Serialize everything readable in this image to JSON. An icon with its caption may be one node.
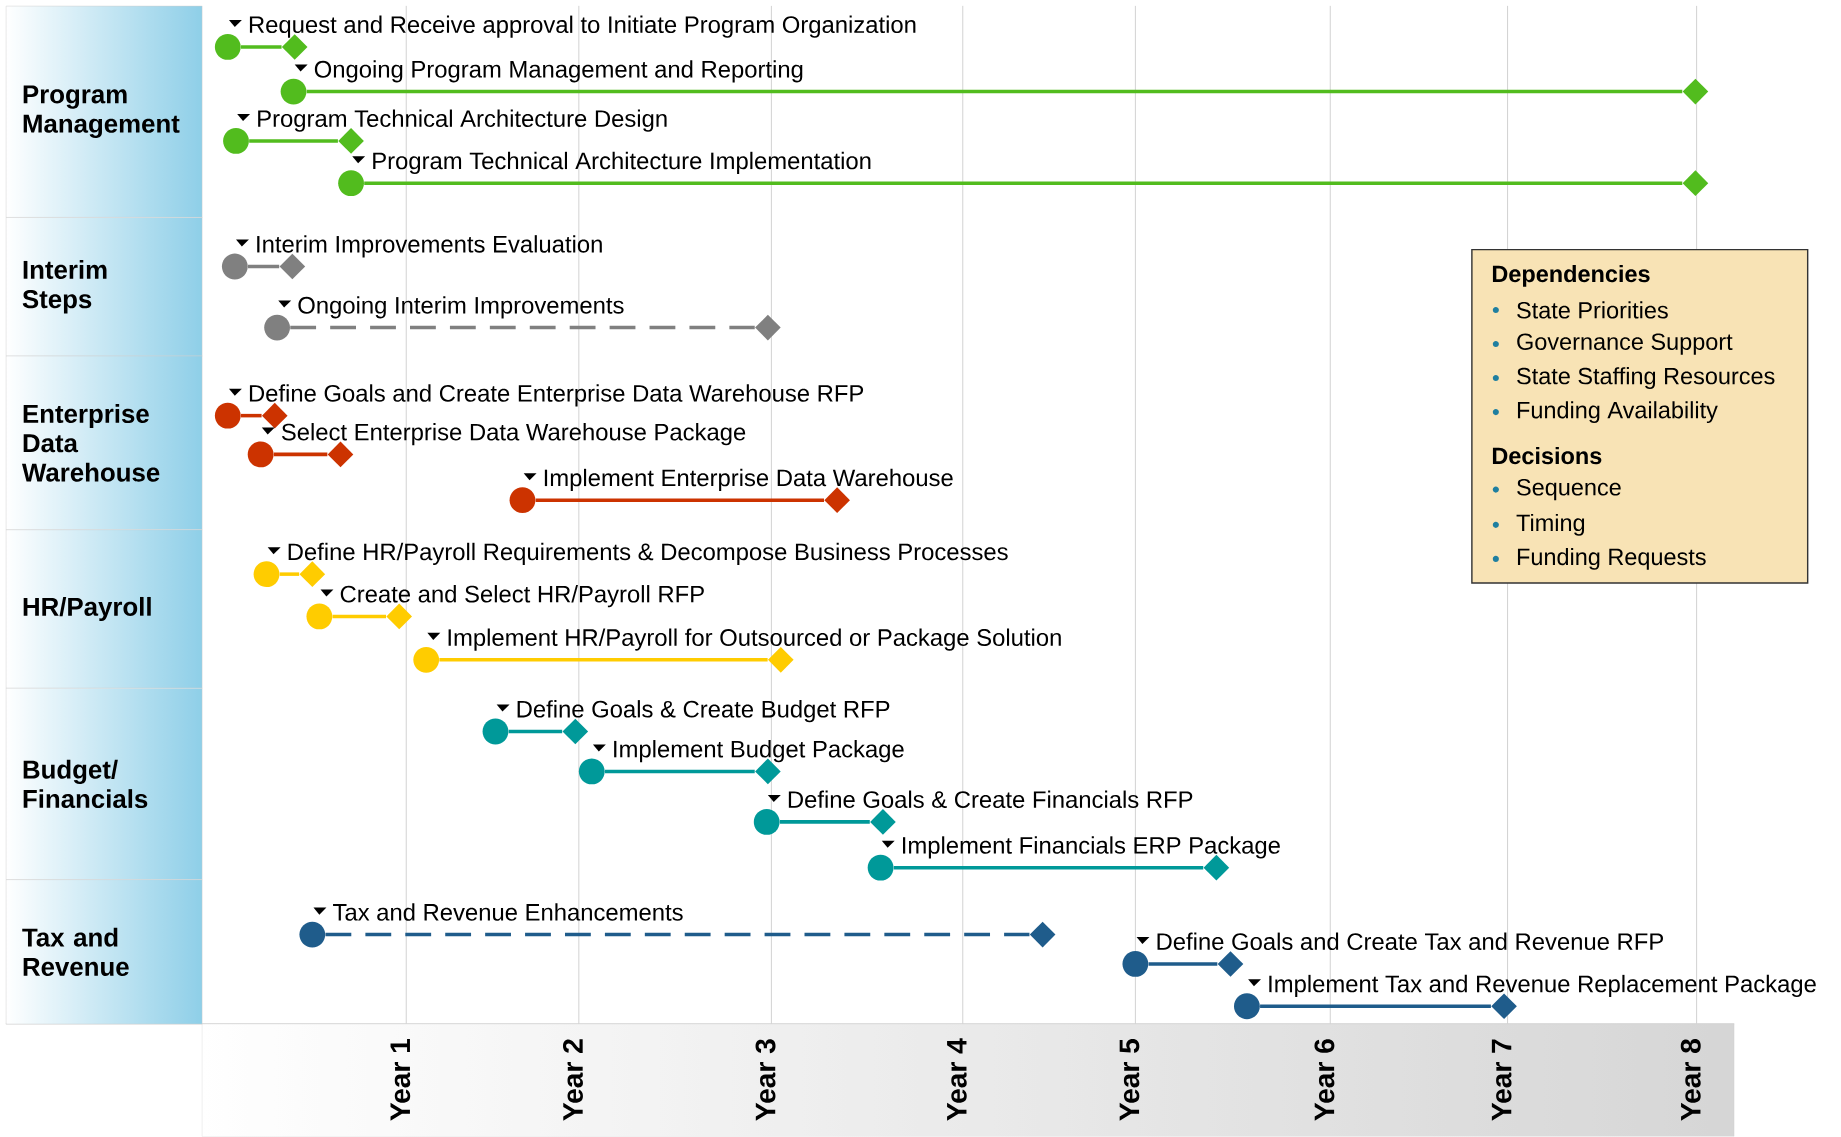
{
  "diagram": {
    "nodes": [
      {
        "text": [
          "Program Management"
        ]
      },
      {
        "text": [
          "Interim Steps"
        ]
      },
      {
        "text": [
          "Enterprise Data Warehouse"
        ]
      },
      {
        "text": [
          "HR/Payroll"
        ]
      },
      {
        "text": [
          "Budget/ Financials"
        ]
      },
      {
        "text": [
          "Tax and Revenue"
        ]
      },
      {
        "text": [],
        "shape": "circle"
      },
      {
        "text": [],
        "shape": "diamond"
      },
      {
        "text": [],
        "shape": "circle"
      },
      {
        "text": [],
        "shape": "diamond"
      },
      {
        "text": [],
        "shape": "circle"
      },
      {
        "text": [],
        "shape": "diamond"
      },
      {
        "text": [],
        "shape": "circle"
      },
      {
        "text": [],
        "shape": "diamond"
      },
      {
        "text": [],
        "shape": "circle"
      },
      {
        "text": [],
        "shape": "diamond"
      },
      {
        "text": [],
        "shape": "circle"
      },
      {
        "text": [],
        "shape": "diamond"
      },
      {
        "text": [],
        "shape": "circle"
      },
      {
        "text": [],
        "shape": "diamond"
      },
      {
        "text": [],
        "shape": "circle"
      },
      {
        "text": [],
        "shape": "diamond"
      },
      {
        "text": [],
        "shape": "circle"
      },
      {
        "text": [],
        "shape": "diamond"
      },
      {
        "text": [],
        "shape": "circle"
      },
      {
        "text": [],
        "shape": "diamond"
      },
      {
        "text": [],
        "shape": "circle"
      },
      {
        "text": [],
        "shape": "diamond"
      },
      {
        "text": [],
        "shape": "circle"
      },
      {
        "text": [],
        "shape": "diamond"
      },
      {
        "text": [],
        "shape": "circle"
      },
      {
        "text": [],
        "shape": "diamond"
      },
      {
        "text": [],
        "shape": "circle"
      },
      {
        "text": [],
        "shape": "diamond"
      },
      {
        "text": [],
        "shape": "circle"
      },
      {
        "text": [],
        "shape": "diamond"
      },
      {
        "text": [],
        "shape": "circle"
      },
      {
        "text": [],
        "shape": "diamond"
      },
      {
        "text": [],
        "shape": "circle"
      },
      {
        "text": [],
        "shape": "diamond"
      },
      {
        "text": [],
        "shape": "circle"
      },
      {
        "text": [],
        "shape": "diamond"
      },
      {
        "text": [],
        "shape": "circle"
      },
      {
        "text": [],
        "shape": "diamond"
      },
      {
        "text": [
          "Dependencies",
          "State Priorities",
          "Governance Support",
          "State Staffing Resources",
          "Funding Availability",
          "Decisions",
          "Sequence",
          "Timing",
          "Funding Requests"
        ]
      }
    ],
    "edges": [
      {
        "from": 6,
        "to": 7,
        "arrow": "none",
        "label": "Request and Receive approval to Initiate Program Organization",
        "color": "#52bc1e"
      },
      {
        "from": 8,
        "to": 9,
        "arrow": "none",
        "label": "Ongoing Program Management and Reporting",
        "color": "#52bc1e"
      },
      {
        "from": 10,
        "to": 11,
        "arrow": "none",
        "label": "Program Technical Architecture Design",
        "color": "#52bc1e"
      },
      {
        "from": 12,
        "to": 13,
        "arrow": "none",
        "label": "Program Technical Architecture Implementation",
        "color": "#52bc1e"
      },
      {
        "from": 14,
        "to": 15,
        "arrow": "none",
        "label": "Interim Improvements Evaluation",
        "color": "#808080"
      },
      {
        "from": 16,
        "to": 17,
        "arrow": "none",
        "label": "Ongoing Interim Improvements",
        "color": "#808080",
        "style": "dashed"
      },
      {
        "from": 18,
        "to": 19,
        "arrow": "none",
        "label": "Define Goals and Create Enterprise Data Warehouse RFP",
        "color": "#cc3300"
      },
      {
        "from": 20,
        "to": 21,
        "arrow": "none",
        "label": "Select Enterprise Data Warehouse Package",
        "color": "#cc3300"
      },
      {
        "from": 22,
        "to": 23,
        "arrow": "none",
        "label": "Implement Enterprise Data Warehouse",
        "color": "#cc3300"
      },
      {
        "from": 24,
        "to": 25,
        "arrow": "none",
        "label": "Define HR/Payroll Requirements & Decompose Business Processes",
        "color": "#ffcc00"
      },
      {
        "from": 26,
        "to": 27,
        "arrow": "none",
        "label": "Create and Select HR/Payroll RFP",
        "color": "#ffcc00"
      },
      {
        "from": 28,
        "to": 29,
        "arrow": "none",
        "label": "Implement HR/Payroll for Outsourced or Package Solution",
        "color": "#ffcc00"
      },
      {
        "from": 30,
        "to": 31,
        "arrow": "none",
        "label": "Define Goals & Create Budget RFP",
        "color": "#009999"
      },
      {
        "from": 32,
        "to": 33,
        "arrow": "none",
        "label": "Implement Budget Package",
        "color": "#009999"
      },
      {
        "from": 34,
        "to": 35,
        "arrow": "none",
        "label": "Define Goals & Create Financials RFP",
        "color": "#009999"
      },
      {
        "from": 36,
        "to": 37,
        "arrow": "none",
        "label": "Implement Financials ERP Package",
        "color": "#009999"
      },
      {
        "from": 38,
        "to": 39,
        "arrow": "none",
        "label": "Tax and Revenue Enhancements",
        "color": "#1f5c8b",
        "style": "dashed"
      },
      {
        "from": 40,
        "to": 41,
        "arrow": "none",
        "label": "Define Goals and Create Tax and Revenue RFP",
        "color": "#1f5c8b"
      },
      {
        "from": 42,
        "to": 43,
        "arrow": "none",
        "label": "Implement Tax and Revenue Replacement Package",
        "color": "#1f5c8b"
      }
    ],
    "labels": [
      "Year 1",
      "Year 2",
      "Year 3",
      "Year 4",
      "Year 5",
      "Year 6",
      "Year 7",
      "Year 8"
    ]
  }
}
